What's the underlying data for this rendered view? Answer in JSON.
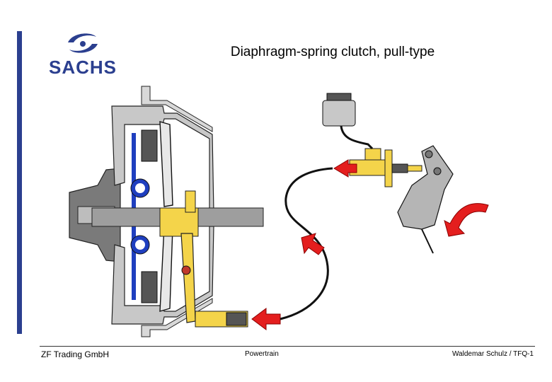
{
  "slide": {
    "title": "Diaphragm-spring clutch, pull-type",
    "logo": {
      "text": "SACHS",
      "icon": "sachs-swirl-logo",
      "color": "#2b3f8f"
    },
    "footer": {
      "company": "ZF Trading GmbH",
      "department": "Powertrain",
      "author": "Waldemar Schulz / TFQ-1"
    }
  },
  "colors": {
    "accent_blue": "#2b3f8f",
    "housing_gray": "#c8c8c8",
    "release_yellow": "#f4d44a",
    "arrow_red": "#e41e1e",
    "friction_blue": "#1f3fbf",
    "dark": "#2a2a2a"
  },
  "icons": [
    "sachs-swirl-logo",
    "red-arrow-icon",
    "reservoir-icon",
    "pedal-icon"
  ]
}
